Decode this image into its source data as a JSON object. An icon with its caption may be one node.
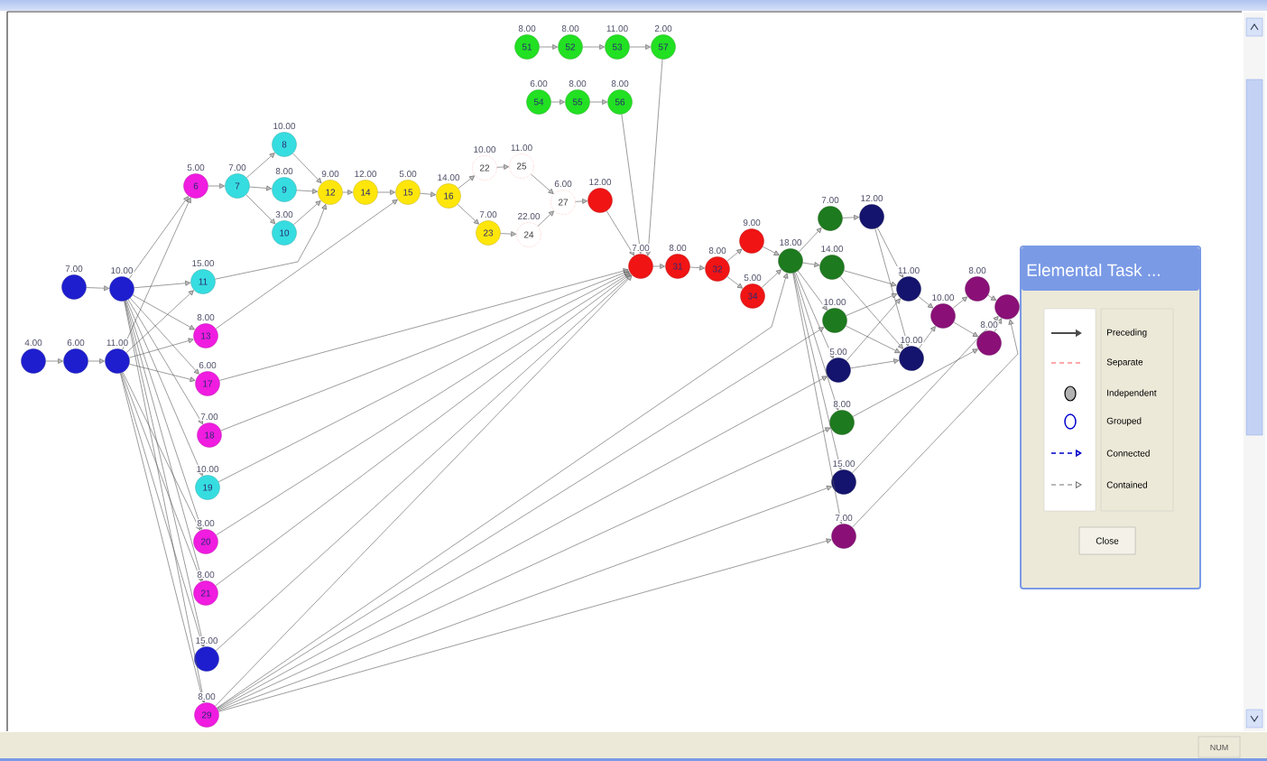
{
  "diagram": {
    "nodes": [
      {
        "text": [],
        "shape": "circle",
        "beside": [
          "4.00"
        ]
      },
      {
        "text": [],
        "shape": "circle",
        "beside": [
          "6.00"
        ]
      },
      {
        "text": [],
        "shape": "circle",
        "beside": [
          "7.00"
        ]
      },
      {
        "text": [],
        "shape": "circle",
        "beside": [
          "10.00"
        ]
      },
      {
        "text": [],
        "shape": "circle",
        "beside": [
          "11.00"
        ]
      },
      {
        "text": [
          "6"
        ],
        "beside": [
          "5.00"
        ]
      },
      {
        "text": [
          "7"
        ],
        "beside": [
          "7.00"
        ]
      },
      {
        "text": [
          "8"
        ],
        "beside": [
          "10.00"
        ]
      },
      {
        "text": [
          "9"
        ],
        "beside": [
          "8.00"
        ]
      },
      {
        "text": [
          "10"
        ],
        "beside": [
          "3.00"
        ]
      },
      {
        "text": [
          "11"
        ],
        "beside": [
          "15.00"
        ]
      },
      {
        "text": [
          "13"
        ],
        "beside": [
          "8.00"
        ]
      },
      {
        "text": [
          "17"
        ],
        "beside": [
          "6.00"
        ]
      },
      {
        "text": [
          "18"
        ],
        "beside": [
          "7.00"
        ]
      },
      {
        "text": [
          "19"
        ],
        "beside": [
          "10.00"
        ]
      },
      {
        "text": [
          "20"
        ],
        "beside": [
          "8.00"
        ]
      },
      {
        "text": [
          "21"
        ],
        "beside": [
          "8.00"
        ]
      },
      {
        "text": [],
        "shape": "circle",
        "beside": [
          "15.00"
        ]
      },
      {
        "text": [
          "29"
        ],
        "beside": [
          "8.00"
        ]
      },
      {
        "text": [
          "12"
        ],
        "beside": [
          "9.00"
        ]
      },
      {
        "text": [
          "14"
        ],
        "beside": [
          "12.00"
        ]
      },
      {
        "text": [
          "15"
        ],
        "beside": [
          "5.00"
        ]
      },
      {
        "text": [
          "16"
        ],
        "beside": [
          "14.00"
        ]
      },
      {
        "text": [
          "22"
        ],
        "beside": [
          "10.00"
        ]
      },
      {
        "text": [
          "25"
        ],
        "beside": [
          "11.00"
        ]
      },
      {
        "text": [
          "23"
        ],
        "beside": [
          "7.00"
        ]
      },
      {
        "text": [
          "24"
        ],
        "beside": [
          "22.00"
        ]
      },
      {
        "text": [
          "27"
        ],
        "beside": [
          "6.00"
        ]
      },
      {
        "text": [],
        "shape": "circle",
        "beside": [
          "12.00"
        ]
      },
      {
        "text": [
          "51"
        ],
        "beside": [
          "8.00"
        ]
      },
      {
        "text": [
          "52"
        ],
        "beside": [
          "8.00"
        ]
      },
      {
        "text": [
          "53"
        ],
        "beside": [
          "11.00"
        ]
      },
      {
        "text": [
          "57"
        ],
        "beside": [
          "2.00"
        ]
      },
      {
        "text": [
          "54"
        ],
        "beside": [
          "6.00"
        ]
      },
      {
        "text": [
          "55"
        ],
        "beside": [
          "8.00"
        ]
      },
      {
        "text": [
          "56"
        ],
        "beside": [
          "8.00"
        ]
      },
      {
        "text": [],
        "shape": "circle",
        "beside": [
          "7.00"
        ]
      },
      {
        "text": [
          "31"
        ],
        "beside": [
          "8.00"
        ]
      },
      {
        "text": [
          "32"
        ],
        "beside": [
          "8.00"
        ]
      },
      {
        "text": [],
        "shape": "circle",
        "beside": [
          "9.00"
        ]
      },
      {
        "text": [
          "34"
        ],
        "beside": [
          "5.00"
        ]
      },
      {
        "text": [],
        "shape": "circle",
        "beside": [
          "18.00"
        ]
      },
      {
        "text": [],
        "shape": "circle",
        "beside": [
          "7.00"
        ]
      },
      {
        "text": [],
        "shape": "circle",
        "beside": [
          "12.00"
        ]
      },
      {
        "text": [],
        "shape": "circle",
        "beside": [
          "14.00"
        ]
      },
      {
        "text": [],
        "shape": "circle",
        "beside": [
          "10.00"
        ]
      },
      {
        "text": [],
        "shape": "circle",
        "beside": [
          "5.00"
        ]
      },
      {
        "text": [],
        "shape": "circle",
        "beside": [
          "8.00"
        ]
      },
      {
        "text": [],
        "shape": "circle",
        "beside": [
          "15.00"
        ]
      },
      {
        "text": [],
        "shape": "circle",
        "beside": [
          "7.00"
        ]
      },
      {
        "text": [],
        "shape": "circle",
        "beside": [
          "11.00"
        ]
      },
      {
        "text": [],
        "shape": "circle",
        "beside": [
          "10.00"
        ]
      },
      {
        "text": [],
        "shape": "circle",
        "beside": [
          "10.00"
        ]
      },
      {
        "text": [],
        "shape": "circle",
        "beside": [
          "8.00"
        ]
      },
      {
        "text": [],
        "shape": "circle",
        "beside": [
          "8.00"
        ]
      },
      {
        "text": [],
        "shape": "circle"
      }
    ],
    "edges": [
      {
        "from": 2,
        "to": 3,
        "arrow": "to"
      },
      {
        "from": 0,
        "to": 1,
        "arrow": "to"
      },
      {
        "from": 1,
        "to": 4,
        "arrow": "to"
      },
      {
        "from": 3,
        "to": 5,
        "arrow": "to"
      },
      {
        "from": 3,
        "to": 10,
        "arrow": "to"
      },
      {
        "from": 3,
        "to": 11,
        "arrow": "to"
      },
      {
        "from": 3,
        "to": 12,
        "arrow": "to"
      },
      {
        "from": 3,
        "to": 13,
        "arrow": "to"
      },
      {
        "from": 3,
        "to": 14,
        "arrow": "to"
      },
      {
        "from": 3,
        "to": 15,
        "arrow": "to"
      },
      {
        "from": 3,
        "to": 16,
        "arrow": "to"
      },
      {
        "from": 3,
        "to": 17,
        "arrow": "to"
      },
      {
        "from": 3,
        "to": 18,
        "arrow": "to"
      },
      {
        "from": 4,
        "to": 5,
        "arrow": "to"
      },
      {
        "from": 4,
        "to": 10,
        "arrow": "to"
      },
      {
        "from": 4,
        "to": 11,
        "arrow": "to"
      },
      {
        "from": 4,
        "to": 12,
        "arrow": "to"
      },
      {
        "from": 4,
        "to": 15,
        "arrow": "to"
      },
      {
        "from": 4,
        "to": 16,
        "arrow": "to"
      },
      {
        "from": 4,
        "to": 17,
        "arrow": "to"
      },
      {
        "from": 4,
        "to": 18,
        "arrow": "to"
      },
      {
        "from": 5,
        "to": 6,
        "arrow": "to"
      },
      {
        "from": 6,
        "to": 7,
        "arrow": "to"
      },
      {
        "from": 6,
        "to": 8,
        "arrow": "to"
      },
      {
        "from": 6,
        "to": 9,
        "arrow": "to"
      },
      {
        "from": 7,
        "to": 19,
        "arrow": "to"
      },
      {
        "from": 8,
        "to": 19,
        "arrow": "to"
      },
      {
        "from": 9,
        "to": 19,
        "arrow": "to"
      },
      {
        "from": 10,
        "to": 19,
        "arrow": "to"
      },
      {
        "from": 19,
        "to": 20,
        "arrow": "to"
      },
      {
        "from": 20,
        "to": 21,
        "arrow": "to"
      },
      {
        "from": 11,
        "to": 21,
        "arrow": "to"
      },
      {
        "from": 21,
        "to": 22,
        "arrow": "to"
      },
      {
        "from": 22,
        "to": 23,
        "arrow": "to"
      },
      {
        "from": 22,
        "to": 25,
        "arrow": "to"
      },
      {
        "from": 23,
        "to": 24,
        "arrow": "to"
      },
      {
        "from": 24,
        "to": 27,
        "arrow": "to"
      },
      {
        "from": 25,
        "to": 26,
        "arrow": "to"
      },
      {
        "from": 26,
        "to": 27,
        "arrow": "to"
      },
      {
        "from": 27,
        "to": 28,
        "arrow": "to"
      },
      {
        "from": 28,
        "to": 36,
        "arrow": "to"
      },
      {
        "from": 12,
        "to": 36,
        "arrow": "to"
      },
      {
        "from": 13,
        "to": 36,
        "arrow": "to"
      },
      {
        "from": 14,
        "to": 36,
        "arrow": "to"
      },
      {
        "from": 15,
        "to": 36,
        "arrow": "to"
      },
      {
        "from": 16,
        "to": 36,
        "arrow": "to"
      },
      {
        "from": 17,
        "to": 36,
        "arrow": "to"
      },
      {
        "from": 18,
        "to": 36,
        "arrow": "to"
      },
      {
        "from": 29,
        "to": 30,
        "arrow": "to"
      },
      {
        "from": 30,
        "to": 31,
        "arrow": "to"
      },
      {
        "from": 31,
        "to": 32,
        "arrow": "to"
      },
      {
        "from": 33,
        "to": 34,
        "arrow": "to"
      },
      {
        "from": 34,
        "to": 35,
        "arrow": "to"
      },
      {
        "from": 35,
        "to": 36,
        "arrow": "to"
      },
      {
        "from": 32,
        "to": 36,
        "arrow": "to"
      },
      {
        "from": 36,
        "to": 37,
        "arrow": "to"
      },
      {
        "from": 37,
        "to": 38,
        "arrow": "to"
      },
      {
        "from": 38,
        "to": 39,
        "arrow": "to"
      },
      {
        "from": 38,
        "to": 40,
        "arrow": "to"
      },
      {
        "from": 39,
        "to": 41,
        "arrow": "to"
      },
      {
        "from": 40,
        "to": 41,
        "arrow": "to"
      },
      {
        "from": 41,
        "to": 42,
        "arrow": "to"
      },
      {
        "from": 41,
        "to": 44,
        "arrow": "to"
      },
      {
        "from": 41,
        "to": 45,
        "arrow": "to"
      },
      {
        "from": 41,
        "to": 46,
        "arrow": "to"
      },
      {
        "from": 41,
        "to": 47,
        "arrow": "to"
      },
      {
        "from": 41,
        "to": 48,
        "arrow": "to"
      },
      {
        "from": 41,
        "to": 49,
        "arrow": "to"
      },
      {
        "from": 18,
        "to": 41,
        "arrow": "to"
      },
      {
        "from": 18,
        "to": 45,
        "arrow": "to"
      },
      {
        "from": 18,
        "to": 46,
        "arrow": "to"
      },
      {
        "from": 18,
        "to": 47,
        "arrow": "to"
      },
      {
        "from": 18,
        "to": 48,
        "arrow": "to"
      },
      {
        "from": 18,
        "to": 49,
        "arrow": "to"
      },
      {
        "from": 42,
        "to": 43,
        "arrow": "to"
      },
      {
        "from": 43,
        "to": 50,
        "arrow": "to"
      },
      {
        "from": 43,
        "to": 51,
        "arrow": "to"
      },
      {
        "from": 44,
        "to": 50,
        "arrow": "to"
      },
      {
        "from": 44,
        "to": 51,
        "arrow": "to"
      },
      {
        "from": 45,
        "to": 50,
        "arrow": "to"
      },
      {
        "from": 45,
        "to": 51,
        "arrow": "to"
      },
      {
        "from": 46,
        "to": 50,
        "arrow": "to"
      },
      {
        "from": 46,
        "to": 51,
        "arrow": "to"
      },
      {
        "from": 50,
        "to": 52,
        "arrow": "to"
      },
      {
        "from": 51,
        "to": 52,
        "arrow": "to"
      },
      {
        "from": 52,
        "to": 53,
        "arrow": "to"
      },
      {
        "from": 52,
        "to": 54,
        "arrow": "to"
      },
      {
        "from": 53,
        "to": 55,
        "arrow": "to"
      },
      {
        "from": 54,
        "to": 55,
        "arrow": "to"
      },
      {
        "from": 47,
        "to": 54,
        "arrow": "to"
      },
      {
        "from": 48,
        "to": 55,
        "arrow": "to"
      },
      {
        "from": 49,
        "to": 55,
        "arrow": "to"
      }
    ],
    "labels": [
      "Elemental Task ...",
      "Close",
      "NUM"
    ],
    "legend": [
      {
        "text": "Preceding"
      },
      {
        "text": "Separate"
      },
      {
        "text": "Independent"
      },
      {
        "text": "Grouped"
      },
      {
        "text": "Connected"
      },
      {
        "text": "Contained"
      }
    ]
  }
}
